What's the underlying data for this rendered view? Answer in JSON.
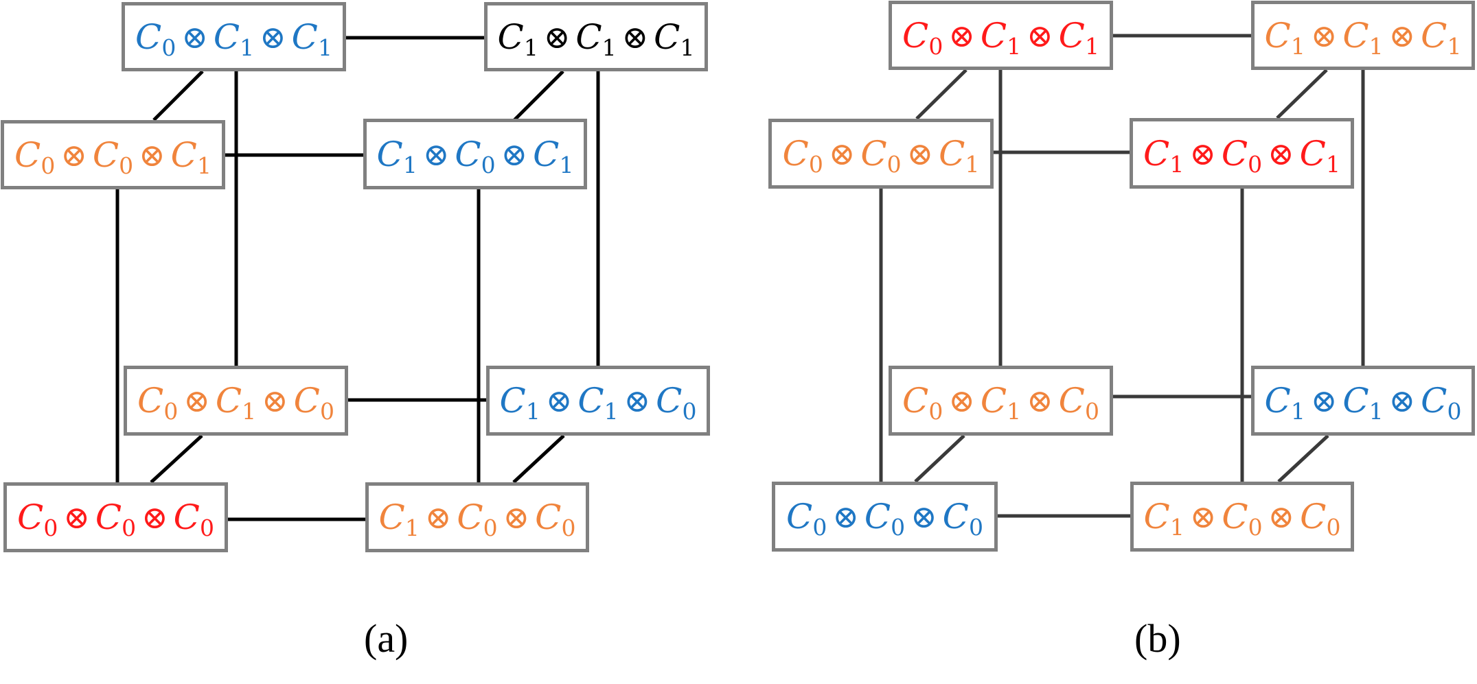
{
  "colors": {
    "black": "#000000",
    "blue": "#1f77c4",
    "orange": "#f0843c",
    "red": "#ff1a1a"
  },
  "panels": [
    {
      "caption": "(a)",
      "nodes": [
        {
          "id": "a-c011",
          "factors": [
            {
              "base": "C",
              "sub": "0"
            },
            {
              "base": "C",
              "sub": "1"
            },
            {
              "base": "C",
              "sub": "1"
            }
          ],
          "color": "blue"
        },
        {
          "id": "a-c111",
          "factors": [
            {
              "base": "C",
              "sub": "1"
            },
            {
              "base": "C",
              "sub": "1"
            },
            {
              "base": "C",
              "sub": "1"
            }
          ],
          "color": "black"
        },
        {
          "id": "a-c001",
          "factors": [
            {
              "base": "C",
              "sub": "0"
            },
            {
              "base": "C",
              "sub": "0"
            },
            {
              "base": "C",
              "sub": "1"
            }
          ],
          "color": "orange"
        },
        {
          "id": "a-c101",
          "factors": [
            {
              "base": "C",
              "sub": "1"
            },
            {
              "base": "C",
              "sub": "0"
            },
            {
              "base": "C",
              "sub": "1"
            }
          ],
          "color": "blue"
        },
        {
          "id": "a-c010",
          "factors": [
            {
              "base": "C",
              "sub": "0"
            },
            {
              "base": "C",
              "sub": "1"
            },
            {
              "base": "C",
              "sub": "0"
            }
          ],
          "color": "orange"
        },
        {
          "id": "a-c110",
          "factors": [
            {
              "base": "C",
              "sub": "1"
            },
            {
              "base": "C",
              "sub": "1"
            },
            {
              "base": "C",
              "sub": "0"
            }
          ],
          "color": "blue"
        },
        {
          "id": "a-c000",
          "factors": [
            {
              "base": "C",
              "sub": "0"
            },
            {
              "base": "C",
              "sub": "0"
            },
            {
              "base": "C",
              "sub": "0"
            }
          ],
          "color": "red"
        },
        {
          "id": "a-c100",
          "factors": [
            {
              "base": "C",
              "sub": "1"
            },
            {
              "base": "C",
              "sub": "0"
            },
            {
              "base": "C",
              "sub": "0"
            }
          ],
          "color": "orange"
        }
      ]
    },
    {
      "caption": "(b)",
      "nodes": [
        {
          "id": "b-c011",
          "factors": [
            {
              "base": "C",
              "sub": "0"
            },
            {
              "base": "C",
              "sub": "1"
            },
            {
              "base": "C",
              "sub": "1"
            }
          ],
          "color": "red"
        },
        {
          "id": "b-c111",
          "factors": [
            {
              "base": "C",
              "sub": "1"
            },
            {
              "base": "C",
              "sub": "1"
            },
            {
              "base": "C",
              "sub": "1"
            }
          ],
          "color": "orange"
        },
        {
          "id": "b-c001",
          "factors": [
            {
              "base": "C",
              "sub": "0"
            },
            {
              "base": "C",
              "sub": "0"
            },
            {
              "base": "C",
              "sub": "1"
            }
          ],
          "color": "orange"
        },
        {
          "id": "b-c101",
          "factors": [
            {
              "base": "C",
              "sub": "1"
            },
            {
              "base": "C",
              "sub": "0"
            },
            {
              "base": "C",
              "sub": "1"
            }
          ],
          "color": "red"
        },
        {
          "id": "b-c010",
          "factors": [
            {
              "base": "C",
              "sub": "0"
            },
            {
              "base": "C",
              "sub": "1"
            },
            {
              "base": "C",
              "sub": "0"
            }
          ],
          "color": "orange"
        },
        {
          "id": "b-c110",
          "factors": [
            {
              "base": "C",
              "sub": "1"
            },
            {
              "base": "C",
              "sub": "1"
            },
            {
              "base": "C",
              "sub": "0"
            }
          ],
          "color": "blue"
        },
        {
          "id": "b-c000",
          "factors": [
            {
              "base": "C",
              "sub": "0"
            },
            {
              "base": "C",
              "sub": "0"
            },
            {
              "base": "C",
              "sub": "0"
            }
          ],
          "color": "blue"
        },
        {
          "id": "b-c100",
          "factors": [
            {
              "base": "C",
              "sub": "1"
            },
            {
              "base": "C",
              "sub": "0"
            },
            {
              "base": "C",
              "sub": "0"
            }
          ],
          "color": "orange"
        }
      ]
    }
  ],
  "operator": "⊗"
}
